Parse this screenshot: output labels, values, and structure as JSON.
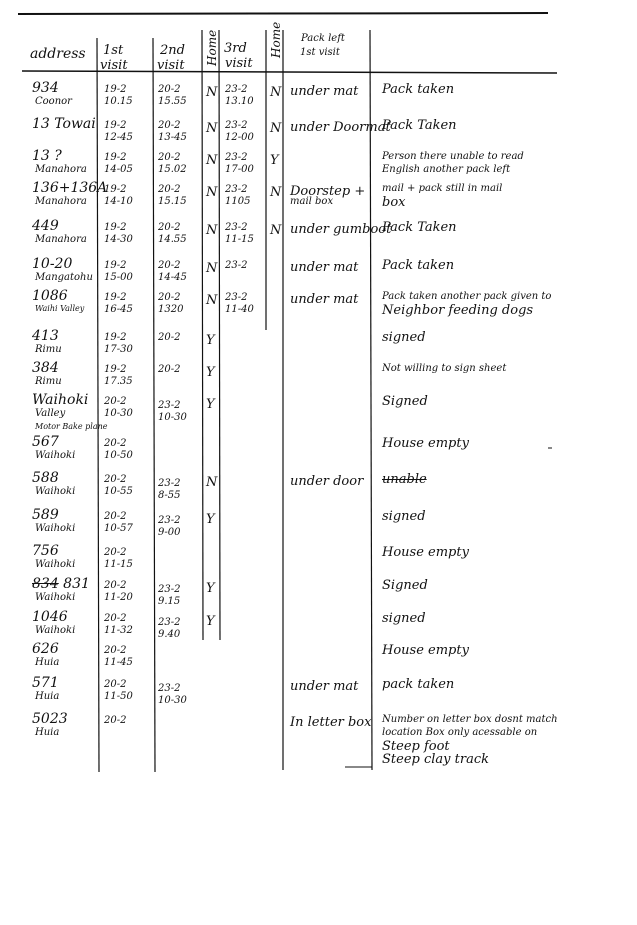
{
  "header": {
    "address": "address",
    "first_visit": [
      "1st",
      "visit"
    ],
    "second_visit": [
      "2nd",
      "visit"
    ],
    "home_a": "Home",
    "third_visit": [
      "3rd",
      "visit"
    ],
    "home_b": "Home",
    "pack_left": [
      "Pack left",
      "1st visit"
    ]
  },
  "rows": [
    {
      "address": [
        "934",
        "Coonor"
      ],
      "v1": [
        "19-2",
        "10.15"
      ],
      "v2": [
        "20-2",
        "15.55"
      ],
      "home1": "N",
      "v3": [
        "23-2",
        "13.10"
      ],
      "home2": "N",
      "left": [
        "under mat"
      ],
      "notes": [
        "Pack taken"
      ]
    },
    {
      "address": [
        "13 Towai"
      ],
      "v1": [
        "19-2",
        "12-45"
      ],
      "v2": [
        "20-2",
        "13-45"
      ],
      "home1": "N",
      "v3": [
        "23-2",
        "12-00"
      ],
      "home2": "N",
      "left": [
        "under Doormat"
      ],
      "notes": [
        "Pack Taken"
      ]
    },
    {
      "address": [
        "13 ?",
        "Manahora"
      ],
      "v1": [
        "19-2",
        "14-05"
      ],
      "v2": [
        "20-2",
        "15.02"
      ],
      "home1": "N",
      "v3": [
        "23-2",
        "17-00"
      ],
      "home2": "Y",
      "left": [],
      "notes": [
        "Person there unable to read",
        "English another pack left"
      ]
    },
    {
      "address": [
        "136+136A",
        "Manahora"
      ],
      "v1": [
        "19-2",
        "14-10"
      ],
      "v2": [
        "20-2",
        "15.15"
      ],
      "home1": "N",
      "v3": [
        "23-2",
        "1105"
      ],
      "home2": "N",
      "left": [
        "Doorstep +",
        "mail box"
      ],
      "notes": [
        "mail + pack still in mail",
        "box"
      ]
    },
    {
      "address": [
        "449",
        "Manahora"
      ],
      "v1": [
        "19-2",
        "14-30"
      ],
      "v2": [
        "20-2",
        "14.55"
      ],
      "home1": "N",
      "v3": [
        "23-2",
        "11-15"
      ],
      "home2": "N",
      "left": [
        "under gumboot"
      ],
      "notes": [
        "Pack Taken"
      ]
    },
    {
      "address": [
        "10-20",
        "Mangatohu"
      ],
      "v1": [
        "19-2",
        "15-00"
      ],
      "v2": [
        "20-2",
        "14-45"
      ],
      "home1": "N",
      "v3": [
        "23-2"
      ],
      "home2": "",
      "left": [
        "under mat"
      ],
      "notes": [
        "Pack taken"
      ]
    },
    {
      "address": [
        "1086",
        "Waihi Valley"
      ],
      "v1": [
        "19-2",
        "16-45"
      ],
      "v2": [
        "20-2",
        "1320"
      ],
      "home1": "N",
      "v3": [
        "23-2",
        "11-40"
      ],
      "home2": "",
      "left": [
        "under mat"
      ],
      "notes": [
        "Pack taken another pack given to",
        "Neighbor feeding dogs"
      ]
    },
    {
      "address": [
        "413",
        "Rimu"
      ],
      "v1": [
        "19-2",
        "17-30"
      ],
      "v2": [
        "20-2"
      ],
      "home1": "Y",
      "v3": [],
      "home2": "",
      "left": [],
      "notes": [
        "signed"
      ]
    },
    {
      "address": [
        "384",
        "Rimu"
      ],
      "v1": [
        "19-2",
        "17.35"
      ],
      "v2": [
        "20-2"
      ],
      "home1": "Y",
      "v3": [],
      "home2": "",
      "left": [],
      "notes": [
        "Not willing to sign sheet"
      ]
    },
    {
      "address": [
        "Waihoki",
        "Valley",
        "Motor Bake plane"
      ],
      "v1": [
        "20-2",
        "10-30"
      ],
      "v2": [
        "23-2",
        "10-30"
      ],
      "home1": "Y",
      "v3": [],
      "home2": "",
      "left": [],
      "notes": [
        "Signed"
      ]
    },
    {
      "address": [
        "567",
        "Waihoki"
      ],
      "v1": [
        "20-2",
        "10-50"
      ],
      "v2": [],
      "home1": "",
      "v3": [],
      "home2": "",
      "left": [],
      "notes": [
        "House empty"
      ]
    },
    {
      "address": [
        "588",
        "Waihoki"
      ],
      "v1": [
        "20-2",
        "10-55"
      ],
      "v2": [
        "23-2",
        "8-55"
      ],
      "home1": "N",
      "v3": [],
      "home2": "",
      "left": [
        "under door"
      ],
      "notes": [
        "unable"
      ]
    },
    {
      "address": [
        "589",
        "Waihoki"
      ],
      "v1": [
        "20-2",
        "10-57"
      ],
      "v2": [
        "23-2",
        "9-00"
      ],
      "home1": "Y",
      "v3": [],
      "home2": "",
      "left": [],
      "notes": [
        "signed"
      ]
    },
    {
      "address": [
        "756",
        "Waihoki"
      ],
      "v1": [
        "20-2",
        "11-15"
      ],
      "v2": [],
      "home1": "",
      "v3": [],
      "home2": "",
      "left": [],
      "notes": [
        "House empty"
      ]
    },
    {
      "address": [
        "834 831",
        "Waihoki"
      ],
      "v1": [
        "20-2",
        "11-20"
      ],
      "v2": [
        "23-2",
        "9.15"
      ],
      "home1": "Y",
      "v3": [],
      "home2": "",
      "left": [],
      "notes": [
        "Signed"
      ]
    },
    {
      "address": [
        "1046",
        "Waihoki"
      ],
      "v1": [
        "20-2",
        "11-32"
      ],
      "v2": [
        "23-2",
        "9.40"
      ],
      "home1": "Y",
      "v3": [],
      "home2": "",
      "left": [],
      "notes": [
        "signed"
      ]
    },
    {
      "address": [
        "626",
        "Huia"
      ],
      "v1": [
        "20-2",
        "11-45"
      ],
      "v2": [],
      "home1": "",
      "v3": [],
      "home2": "",
      "left": [],
      "notes": [
        "House empty"
      ]
    },
    {
      "address": [
        "571",
        "Huia"
      ],
      "v1": [
        "20-2",
        "11-50"
      ],
      "v2": [
        "23-2",
        "10-30"
      ],
      "home1": "",
      "v3": [],
      "home2": "",
      "left": [
        "under mat"
      ],
      "notes": [
        "pack taken"
      ]
    },
    {
      "address": [
        "5023",
        "Huia"
      ],
      "v1": [
        "20-2"
      ],
      "v2": [],
      "home1": "",
      "v3": [],
      "home2": "",
      "left": [
        "In letter box"
      ],
      "notes": [
        "Number on letter box dosnt match",
        "location  Box only acessable on",
        "Steep foot",
        "Steep clay track"
      ]
    }
  ]
}
